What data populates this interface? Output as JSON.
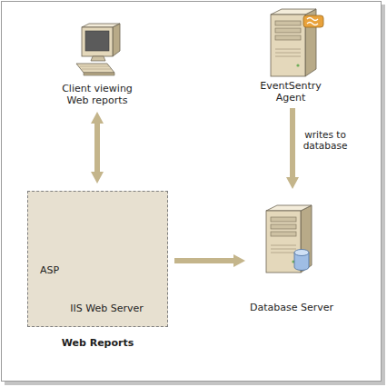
{
  "diagram": {
    "nodes": [
      {
        "text": [
          "Client viewing Web reports"
        ]
      },
      {
        "text": [
          "EventSentry Agent"
        ]
      },
      {
        "text": [
          "Web Reports"
        ]
      },
      {
        "text": [
          "IIS Web Server"
        ],
        "in": 2
      },
      {
        "text": [
          "Database Server"
        ]
      }
    ],
    "edges": [
      {
        "from": 0,
        "to": 3,
        "arrow": "both"
      },
      {
        "from": 3,
        "to": 4,
        "arrow": "to"
      },
      {
        "from": 1,
        "to": 4,
        "arrow": "to",
        "label": "writes to database"
      }
    ],
    "labels": [
      "ASP"
    ]
  }
}
